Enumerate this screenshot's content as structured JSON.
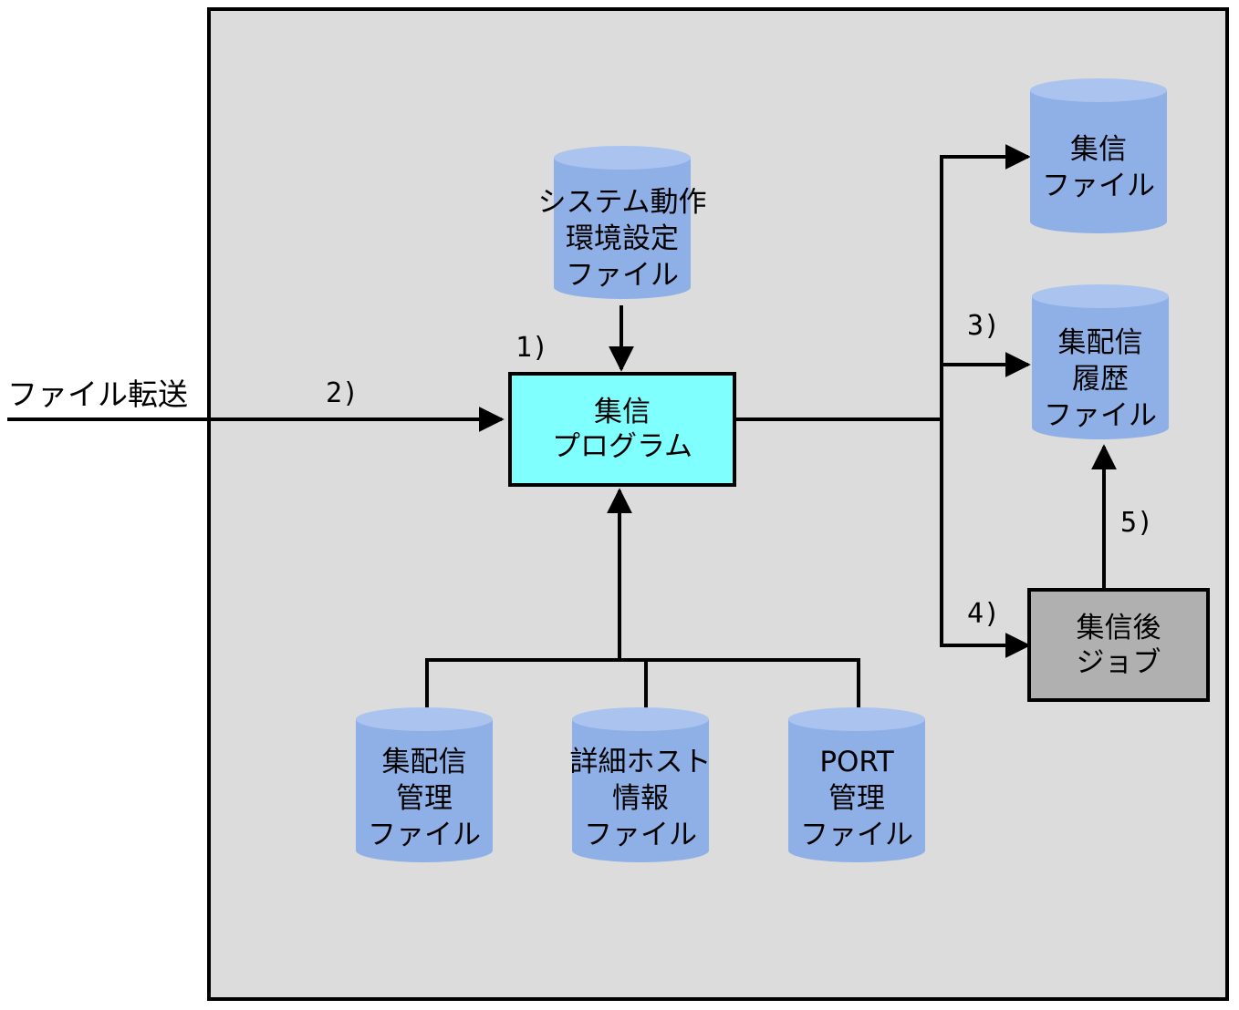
{
  "external": {
    "transfer_label": "ファイル転送"
  },
  "program": {
    "line1": "集信",
    "line2": "プログラム"
  },
  "post_job": {
    "line1": "集信後",
    "line2": "ジョブ"
  },
  "files": {
    "system_env": [
      "システム動作",
      "環境設定",
      "ファイル"
    ],
    "receive_file": [
      "集信",
      "ファイル"
    ],
    "history_file": [
      "集配信",
      "履歴",
      "ファイル"
    ],
    "management_file": [
      "集配信",
      "管理",
      "ファイル"
    ],
    "host_info_file": [
      "詳細ホスト",
      "情報",
      "ファイル"
    ],
    "port_file": [
      "PORT",
      "管理",
      "ファイル"
    ]
  },
  "steps": {
    "s1": "1)",
    "s2": "2)",
    "s3": "3)",
    "s4": "4)",
    "s5": "5)"
  },
  "colors": {
    "frame_bg": "#dcdcdc",
    "cylinder": "#8eb0e6",
    "program_box": "#80ffff",
    "job_box": "#b0b0b0"
  }
}
